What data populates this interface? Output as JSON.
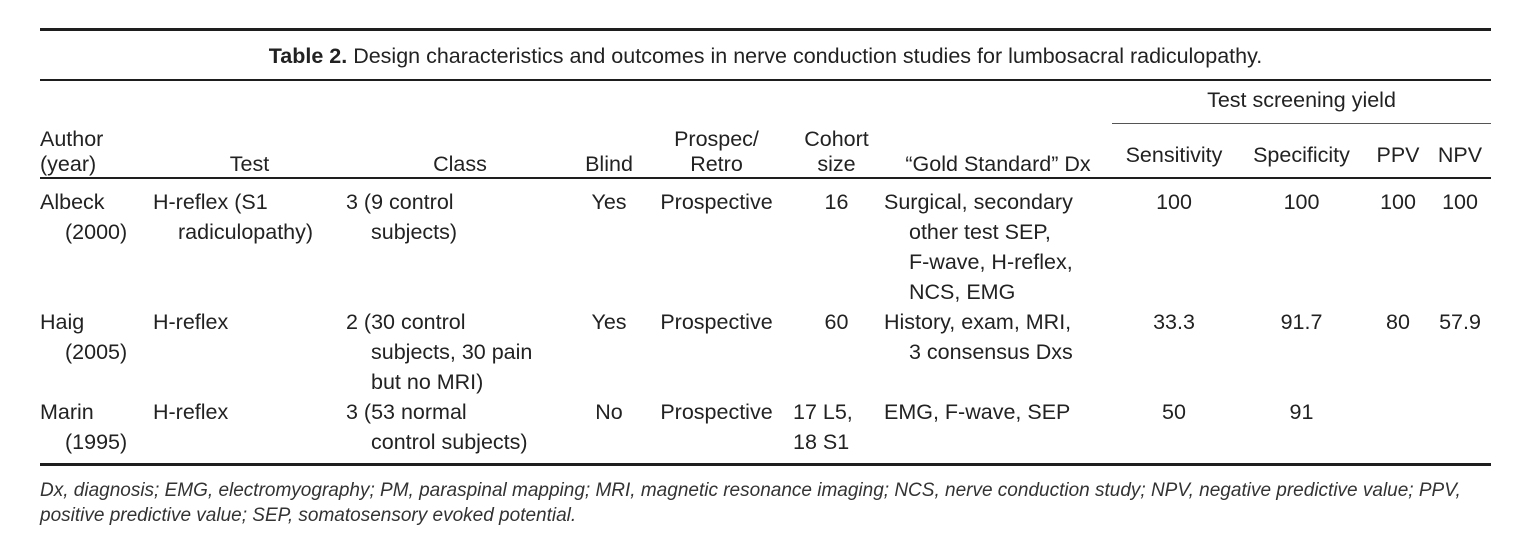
{
  "caption": {
    "label": "Table 2.",
    "text": " Design characteristics and outcomes in nerve conduction studies for lumbosacral radiculopathy."
  },
  "headers": {
    "author_l1": "Author",
    "author_l2": "(year)",
    "test": "Test",
    "class": "Class",
    "blind": "Blind",
    "prospec_l1": "Prospec/",
    "prospec_l2": "Retro",
    "cohort_l1": "Cohort",
    "cohort_l2": "size",
    "gold": "“Gold Standard” Dx",
    "group": "Test screening yield",
    "sensitivity": "Sensitivity",
    "specificity": "Specificity",
    "ppv": "PPV",
    "npv": "NPV"
  },
  "rows": [
    {
      "author": [
        "Albeck",
        "(2000)"
      ],
      "test": [
        "H-reflex (S1",
        "radiculopathy)"
      ],
      "class": [
        "3 (9 control",
        "subjects)"
      ],
      "blind": "Yes",
      "prospec": "Prospective",
      "cohort": [
        "16"
      ],
      "gold": [
        "Surgical, secondary",
        "other test SEP,",
        "F-wave, H-reflex,",
        "NCS, EMG"
      ],
      "sensitivity": "100",
      "specificity": "100",
      "ppv": "100",
      "npv": "100"
    },
    {
      "author": [
        "Haig",
        "(2005)"
      ],
      "test": [
        "H-reflex"
      ],
      "class": [
        "2 (30 control",
        "subjects, 30 pain",
        "but no MRI)"
      ],
      "blind": "Yes",
      "prospec": "Prospective",
      "cohort": [
        "60"
      ],
      "gold": [
        "History, exam, MRI,",
        "3 consensus Dxs"
      ],
      "sensitivity": "33.3",
      "specificity": "91.7",
      "ppv": "80",
      "npv": "57.9"
    },
    {
      "author": [
        "Marin",
        "(1995)"
      ],
      "test": [
        "H-reflex"
      ],
      "class": [
        "3 (53 normal",
        "control subjects)"
      ],
      "blind": "No",
      "prospec": "Prospective",
      "cohort": [
        "17 L5,",
        "18 S1"
      ],
      "gold": [
        "EMG, F-wave, SEP"
      ],
      "sensitivity": "50",
      "specificity": "91",
      "ppv": "",
      "npv": ""
    }
  ],
  "footnote": "Dx, diagnosis; EMG, electromyography; PM, paraspinal mapping; MRI, magnetic resonance imaging; NCS, nerve conduction study; NPV, negative predictive value; PPV, positive predictive value; SEP, somatosensory evoked potential."
}
